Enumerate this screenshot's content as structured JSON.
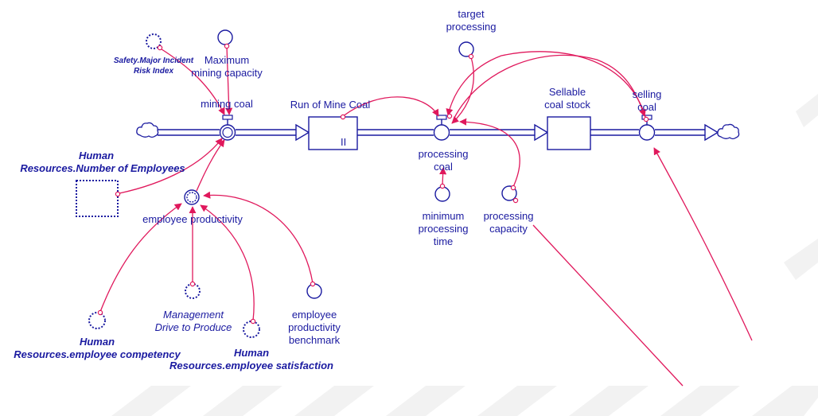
{
  "colors": {
    "stock_flow": "#1a1aa0",
    "connector": "#e0185c",
    "watermark": "#f0f0f0"
  },
  "icons": [
    "cloud-icon",
    "valve-icon",
    "auxiliary-circle-icon",
    "ghost-auxiliary-icon",
    "stock-box-icon"
  ],
  "labels": {
    "target_processing": [
      "target",
      "processing"
    ],
    "safety_index": [
      "Safety.Major Incident",
      "Risk Index"
    ],
    "max_mining_capacity": [
      "Maximum",
      "mining capacity"
    ],
    "mining_coal": "mining coal",
    "run_of_mine_coal": "Run of Mine Coal",
    "run_of_mine_glyph": "II",
    "sellable_coal_stock": [
      "Sellable",
      "coal stock"
    ],
    "selling_coal": [
      "selling",
      "coal"
    ],
    "hr_employees": [
      "Human",
      "Resources.Number of Employees"
    ],
    "processing_coal": [
      "processing",
      "coal"
    ],
    "employee_productivity": "employee productivity",
    "minimum_processing_time": [
      "minimum",
      "processing",
      "time"
    ],
    "processing_capacity": [
      "processing",
      "capacity"
    ],
    "management_drive": [
      "Management",
      "Drive to Produce"
    ],
    "productivity_benchmark": [
      "employee",
      "productivity",
      "benchmark"
    ],
    "hr_competency": [
      "Human",
      "Resources.employee competency"
    ],
    "hr_satisfaction": [
      "Human",
      "Resources.employee satisfaction"
    ]
  }
}
